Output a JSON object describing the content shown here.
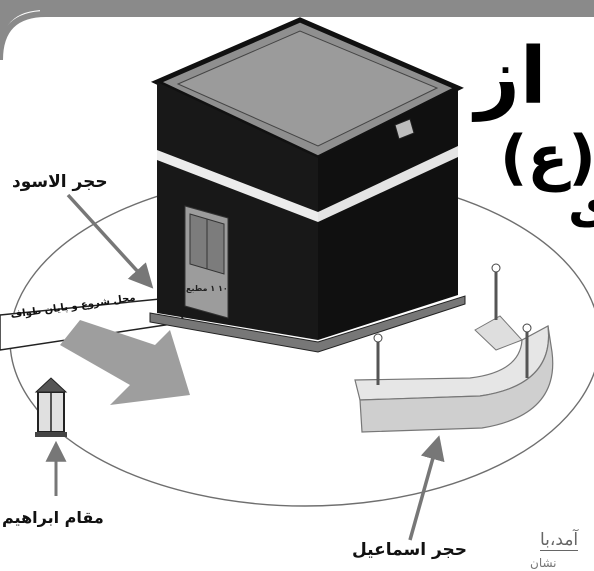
{
  "header": {
    "title_fragment": "از",
    "title_fragment_2": "(ع)",
    "title_fragment_3": "ی"
  },
  "labels": {
    "black_stone": "حجر الاسود",
    "tawaf_start_end": "محل شروع و پایان طواف",
    "maqam_ibrahim": "مقام ابراهیم",
    "hijr_ismail": "حجر اسماعیل",
    "door_plaque": "۱۰ ۱ مطبع"
  },
  "footer": {
    "text_fragment": "آمد،با",
    "text_fragment_2": "نشان"
  },
  "colors": {
    "kaaba_body": "#161616",
    "kiswa_band": "#ececec",
    "roof": "#8f8f8f",
    "hijr_wall": "#dcdcdc",
    "header_bar": "#8a8a8a"
  }
}
